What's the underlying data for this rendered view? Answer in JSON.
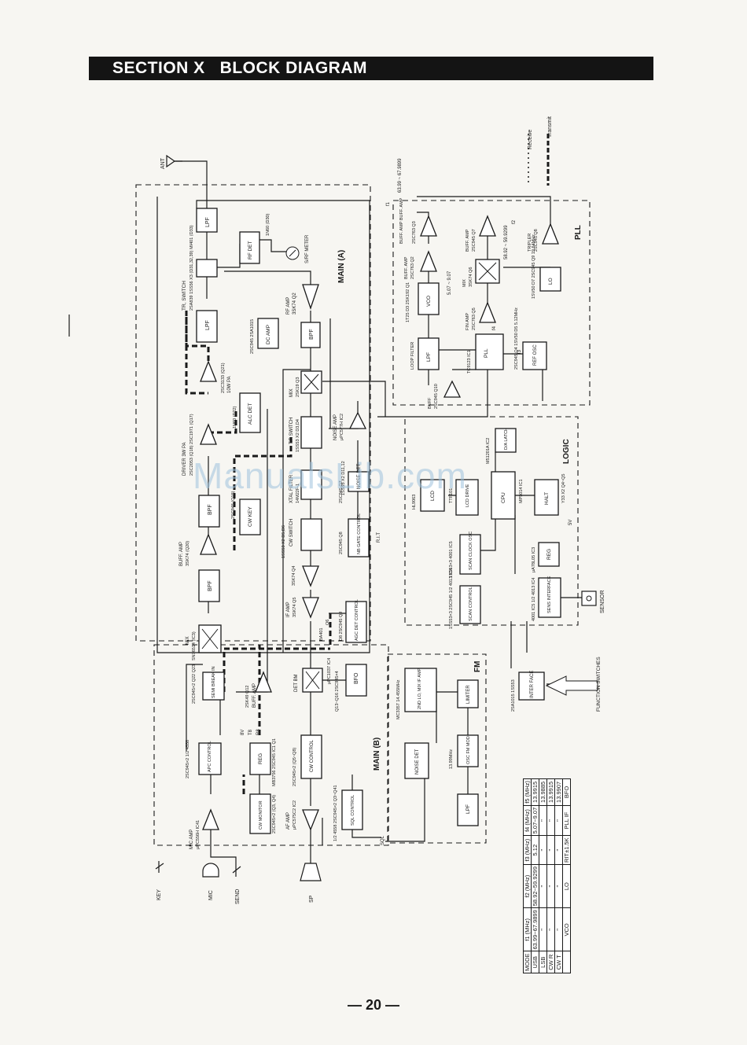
{
  "header": {
    "title": "SECTION X   BLOCK DIAGRAM"
  },
  "page_number": "— 20 —",
  "watermark": "ManualsLib.com",
  "legend": {
    "receive": "Receive",
    "transmit": "Transmit"
  },
  "sections": {
    "main_a": "MAIN (A)",
    "main_b": "MAIN (B)",
    "pll": "PLL",
    "logic": "LOGIC",
    "fm": "FM"
  },
  "terminals": {
    "ant": "ANT",
    "key": "KEY",
    "mic": "MIC",
    "send": "SEND",
    "sp": "SP",
    "sensor": "SENSOR",
    "function_switches": "FUNCTION SWITCHES",
    "sql": "SQL",
    "rit": "R.I.T",
    "sv": "5V",
    "meter": "S/RF METER",
    "bv": "8V",
    "t8": "T8",
    "r8": "R8"
  },
  "blocks": {
    "lpf_ant": {
      "l1": "LPF",
      "l2": ""
    },
    "tr_switch_ant": {
      "l1": "TR, SWITCH",
      "l2": "2SA839 1SS56 X3 (D31,32,39) MI401 (D33)"
    },
    "rf_det": {
      "l1": "RF DET",
      "l2": "1N60 (D30)"
    },
    "rf_amp": {
      "l1": "RF AMP",
      "l2": "3SK74 Q2"
    },
    "bpf_rf": {
      "l1": "BPF",
      "l2": ""
    },
    "dc_amp": {
      "l1": "DC AMP",
      "l2": "2SC945 2SA1015"
    },
    "lpf_tx": {
      "l1": "LPF",
      "l2": ""
    },
    "pa_10w": {
      "l1": "10W PA",
      "l2": "2SC3133 (Q21)"
    },
    "driver": {
      "l1": "DRIVER 3W PA",
      "l2": "2SC2053 (Q18) 2SC1971 (Q17)"
    },
    "alc_det": {
      "l1": "ALC DET",
      "l2": "1N60 (D22)"
    },
    "bpf_drv": {
      "l1": "BPF",
      "l2": ""
    },
    "cw_key": {
      "l1": "CW KEY",
      "l2": "2SC945 (Q15)"
    },
    "buff_amp_tx": {
      "l1": "BUFF. AMP",
      "l2": "3SK74 (Q20)"
    },
    "bpf_tx2": {
      "l1": "BPF",
      "l2": ""
    },
    "mix_tx": {
      "l1": "MIX",
      "l2": "SN76514 (IC3)"
    },
    "mix_rx": {
      "l1": "MIX",
      "l2": "2SK19 Q3"
    },
    "tr_switch_if": {
      "l1": "T.R SWITCH",
      "l2": "1SS53 X2 D3,D4"
    },
    "xtal_filter": {
      "l1": "XTAL FILTER",
      "l2": "14M22F-1"
    },
    "cw_switch": {
      "l1": "CW SWITCH",
      "l2": "1SS53 X2 D5,D6"
    },
    "if_amp_1": {
      "l1": "",
      "l2": "3SK74 Q4"
    },
    "if_amp_2": {
      "l1": "IF AMP",
      "l2": "3SK74 Q5"
    },
    "noise_amp": {
      "l1": "NOISE AMP",
      "l2": "μPC577H IC2"
    },
    "noise_det": {
      "l1": "NOISE DET",
      "l2": "1SS53 X2 D11,12"
    },
    "nb_gate": {
      "l1": "NB GATE CONTROL",
      "l2": "2SC945 Q8"
    },
    "nb_q7": {
      "l1": "2SC945 Q7",
      "l2": ""
    },
    "agc_det": {
      "l1": "AGC DET CONTROL",
      "l2": "D8 2SC945 Q9"
    },
    "q6": {
      "l1": "BA401",
      "l2": "Q6"
    },
    "det_bm": {
      "l1": "DET BM",
      "l2": "μPC1037 IC4"
    },
    "bfo": {
      "l1": "BFO",
      "l2": "Q13~Q16 2SC945×4"
    },
    "buff_amp_rx": {
      "l1": "BUFF. AMP",
      "l2": "2SK49 Q12"
    },
    "semi_break_in": {
      "l1": "SEMI BREAK IN",
      "l2": "2SC945×2 Q22 Q23"
    },
    "apc_control": {
      "l1": "APC CONTROL",
      "l2": "2SC945×2 1/2 4558"
    },
    "reg": {
      "l1": "REG",
      "l2": "MB3756 2SC945 IC1 Q1"
    },
    "cw_control": {
      "l1": "CW CONTROL",
      "l2": "2SC945×2 (Q5~Q8)"
    },
    "cw_monitor": {
      "l1": "CW MONITOR",
      "l2": "2SC945×2 (Q3, Q4)"
    },
    "sql_control": {
      "l1": "SQL CONTROL",
      "l2": "1/2 4558 2SC945×2 Q3~Q41"
    },
    "af_amp": {
      "l1": "AF AMP",
      "l2": "μPC575C2 IC2"
    },
    "mic_amp": {
      "l1": "MIC AMP",
      "l2": "μPC556H IC41"
    },
    "fm_mix": {
      "l1": "2ND LO, MIX IF AMP",
      "l2": "MC3357 14.455MHz"
    },
    "fm_noise_det": {
      "l1": "NOISE DET",
      "l2": ""
    },
    "fm_limiter": {
      "l1": "LIMITER",
      "l2": ""
    },
    "fm_osc": {
      "l1": "OSC FM MOD",
      "l2": "13.99MHz"
    },
    "fm_lpf": {
      "l1": "LPF",
      "l2": ""
    },
    "vco": {
      "l1": "VCO",
      "l2": "1T25 D3 2SK192 Q1"
    },
    "buff_amp_vco1": {
      "l1": "BUFF. AMP",
      "l2": "2SC763 Q2"
    },
    "buff_amp_vco2": {
      "l1": "BUFF. AMP BUFF. AMP",
      "l2": "2SC763 Q3"
    },
    "loop_filter": {
      "l1": "LOOP FILTER",
      "l2": "LPF"
    },
    "buff_q10": {
      "l1": "BUFF",
      "l2": "2SC945 Q10"
    },
    "pll_ic": {
      "l1": "PLL",
      "l2": "TC9123 IC1"
    },
    "mix_pll": {
      "l1": "MIX",
      "l2": "3SK74 Q6"
    },
    "fin_amp": {
      "l1": "FIN AMP",
      "l2": "2SC763 Q5"
    },
    "buff_amp_pll": {
      "l1": "BUFF. AMP",
      "l2": "2SC945 Q7"
    },
    "lo": {
      "l1": "LO",
      "l2": "1SV50 D7 2SC945 Q9 19.64MHz"
    },
    "tripler": {
      "l1": "TRIPLER",
      "l2": "2SC945 Q8"
    },
    "ref_osc": {
      "l1": "REF OSC",
      "l2": "2SC945 Q4 1SV50 D5 5.12MHz"
    },
    "da_latch": {
      "l1": "D/A LATCH",
      "l2": "M51201A IC2"
    },
    "lcd": {
      "l1": "LCD",
      "l2": "HL9063"
    },
    "lcd_drive": {
      "l1": "LCD DRIVE",
      "l2": "TTF101"
    },
    "cpu": {
      "l1": "CPU",
      "l2": "MP5014 IC1"
    },
    "halt": {
      "l1": "HALT",
      "l2": "Y33 X2 Q4~Q5"
    },
    "scan_clock": {
      "l1": "SCAN CLOCK OSC",
      "l2": "1SS53×3 4001 IC5"
    },
    "reg_logic": {
      "l1": "REG",
      "l2": "μA78L05 IC3"
    },
    "scan_control": {
      "l1": "SCAN CONTROL",
      "l2": "1SS53×3 2SC945 1/2 4013 IC4"
    },
    "sens_interface": {
      "l1": "SENS INTERFACE",
      "l2": "4001 IC5 1/2 4013 IC4"
    },
    "interface": {
      "l1": "INTER FACE",
      "l2": "2SA1015 1SS53"
    }
  },
  "freq_labels": {
    "f1_range": "63.99 ~ 67.9899",
    "f2_range": "58.92 ~ 59.9299",
    "f3": "5.12MHz",
    "f4_range": "5.07 ~ 9.07",
    "f1": "f1",
    "f2": "f2",
    "f3_tag": "f3",
    "f4": "f4"
  },
  "freq_table": {
    "headers": [
      "MODE",
      "f1 (MHz)",
      "f2 (MHz)",
      "f3 (MHz)",
      "f4 (MHz)",
      "f5 (MHz)"
    ],
    "rows": [
      [
        "USB",
        "63.99~67.9899",
        "58.92~59.9299",
        "5.12",
        "5.07~9.07",
        "13.9915"
      ],
      [
        "LSB",
        "\"",
        "\"",
        "\"",
        "\"",
        "13.9885"
      ],
      [
        "CW R",
        "\"",
        "\"",
        "\"",
        "\"",
        "13.9915"
      ],
      [
        "CW T",
        "\"",
        "\"",
        "\"",
        "\"",
        "13.9907"
      ],
      [
        "",
        "VCO",
        "LO",
        "RIT±1.5K",
        "PLL IF",
        "BFO"
      ]
    ]
  }
}
